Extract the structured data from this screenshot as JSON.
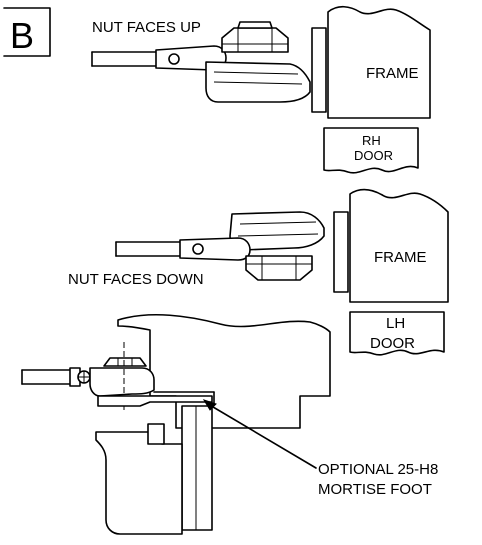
{
  "panel_letter": "B",
  "top": {
    "nut_label": "NUT FACES UP",
    "frame_label": "FRAME",
    "door_label_line1": "RH",
    "door_label_line2": "DOOR"
  },
  "middle": {
    "nut_label": "NUT FACES DOWN",
    "frame_label": "FRAME",
    "door_label_line1": "LH",
    "door_label_line2": "DOOR"
  },
  "bottom": {
    "callout_line1": "OPTIONAL 25-H8",
    "callout_line2": "MORTISE FOOT"
  }
}
